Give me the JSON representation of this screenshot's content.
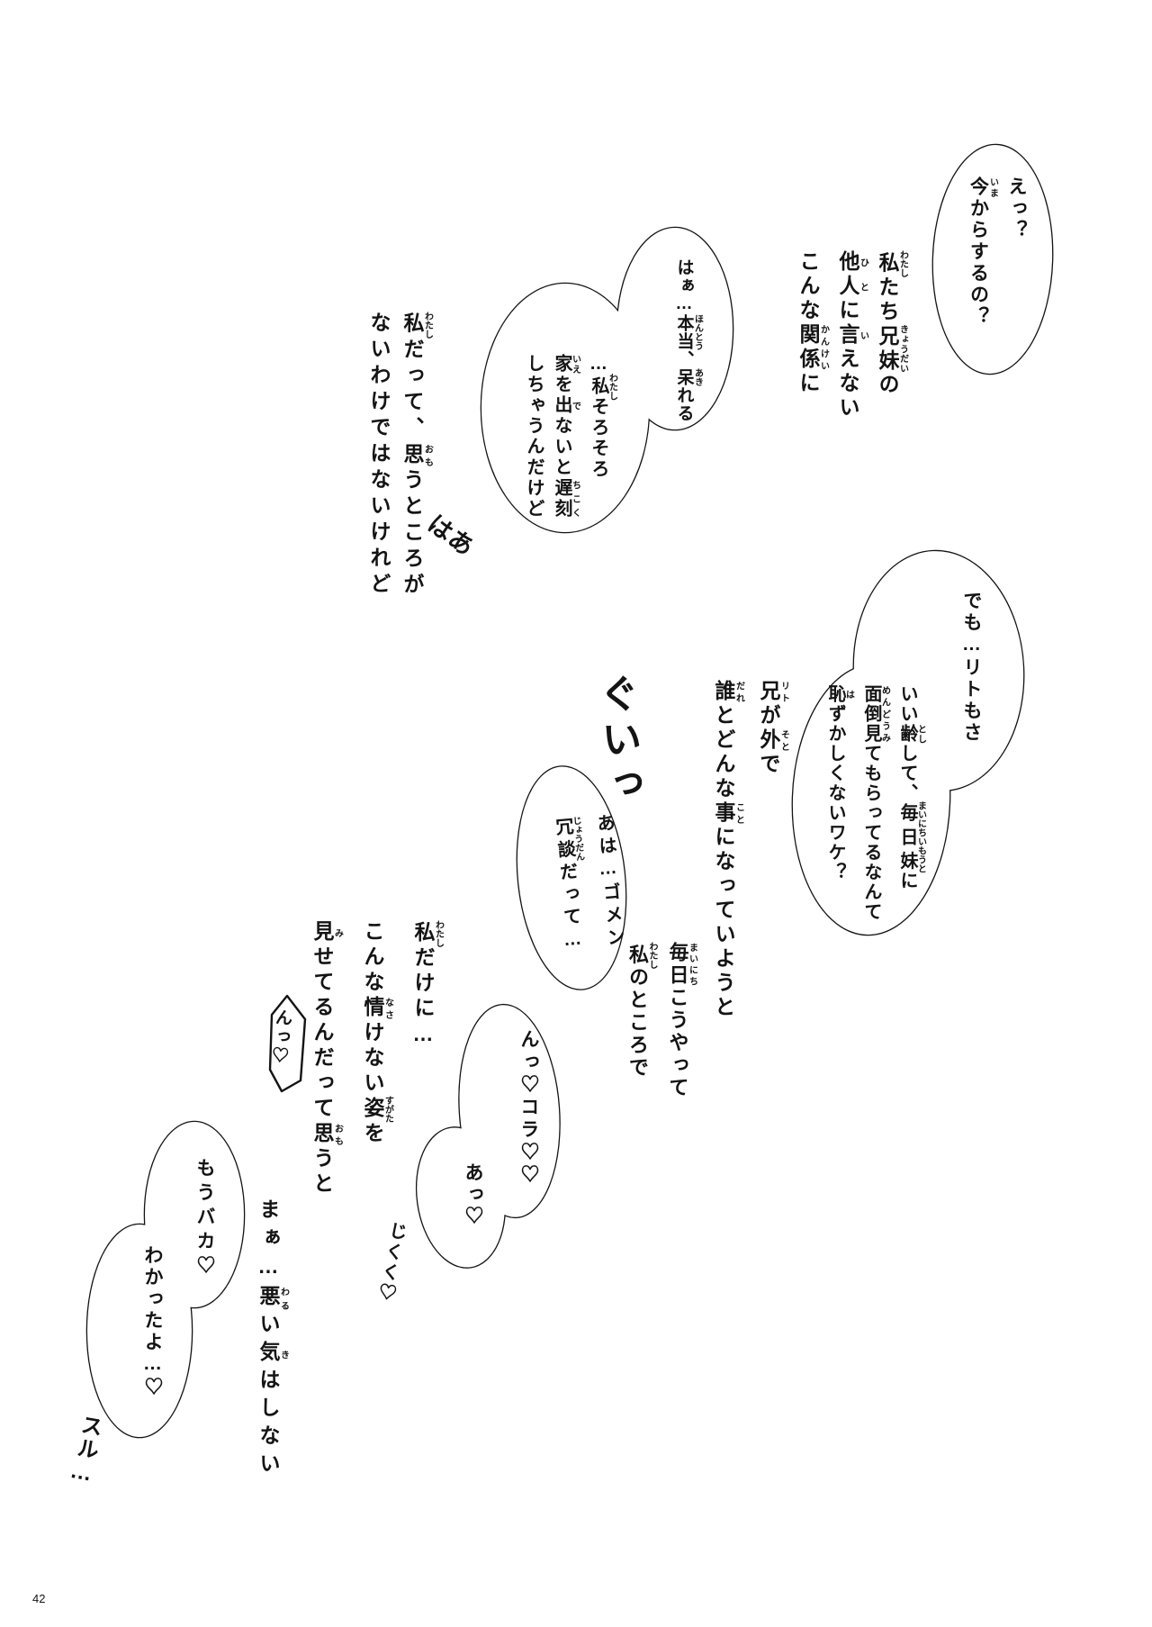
{
  "page": {
    "number": "42"
  },
  "colors": {
    "paper": "#ffffff",
    "ink": "#141414"
  },
  "texts": {
    "b1": [
      [
        {
          "t": "えっ？"
        }
      ],
      [
        {
          "t": "今",
          "r": "いま"
        },
        {
          "t": "からするの？"
        }
      ]
    ],
    "n1": [
      [
        {
          "t": "私",
          "r": "わたし"
        },
        {
          "t": "たち"
        },
        {
          "t": "兄妹",
          "r": "きょうだい"
        },
        {
          "t": "の"
        }
      ],
      [
        {
          "t": "他人",
          "r": "ひと"
        },
        {
          "t": "に"
        },
        {
          "t": "言",
          "r": "い"
        },
        {
          "t": "えない"
        }
      ],
      [
        {
          "t": "こんな"
        },
        {
          "t": "関係",
          "r": "かんけい"
        },
        {
          "t": "に"
        }
      ]
    ],
    "b3a": [
      [
        {
          "t": "はぁ…"
        },
        {
          "t": "本当",
          "r": "ほんとう"
        },
        {
          "t": "、"
        },
        {
          "t": "呆",
          "r": "あき"
        },
        {
          "t": "れる"
        }
      ]
    ],
    "b3b": [
      [
        {
          "t": "…"
        },
        {
          "t": "私",
          "r": "わたし"
        },
        {
          "t": "そろそろ"
        }
      ],
      [
        {
          "t": "家",
          "r": "いえ"
        },
        {
          "t": "を"
        },
        {
          "t": "出",
          "r": "で"
        },
        {
          "t": "ないと"
        },
        {
          "t": "遅刻",
          "r": "ちこく"
        }
      ],
      [
        {
          "t": "しちゃうんだけど"
        }
      ]
    ],
    "n2": [
      [
        {
          "t": "私",
          "r": "わたし"
        },
        {
          "t": "だって、"
        },
        {
          "t": "思",
          "r": "おも"
        },
        {
          "t": "うところが"
        }
      ],
      [
        {
          "t": "ないわけではないけれど"
        }
      ]
    ],
    "b5a": [
      [
        {
          "t": "でも…リトもさ"
        }
      ]
    ],
    "b5b": [
      [
        {
          "t": "いい"
        },
        {
          "t": "齢",
          "r": "とし"
        },
        {
          "t": "して、"
        },
        {
          "t": "毎日妹",
          "r": "まいにちいもうと"
        },
        {
          "t": "に"
        }
      ],
      [
        {
          "t": "面倒見",
          "r": "めんどうみ"
        },
        {
          "t": "てもらってるなんて"
        }
      ],
      [
        {
          "t": "恥",
          "r": "は"
        },
        {
          "t": "ずかしくないワケ？"
        }
      ]
    ],
    "n3": [
      [
        {
          "t": "兄",
          "r": "リト"
        },
        {
          "t": "が"
        },
        {
          "t": "外",
          "r": "そと"
        },
        {
          "t": "で"
        }
      ],
      [
        {
          "t": "誰",
          "r": "だれ"
        },
        {
          "t": "とどんな"
        },
        {
          "t": "事",
          "r": "こと"
        },
        {
          "t": "になっていようと"
        }
      ]
    ],
    "b7": [
      [
        {
          "t": "あは…ゴメン"
        }
      ],
      [
        {
          "t": "冗談",
          "r": "じょうだん"
        },
        {
          "t": "だって…"
        }
      ]
    ],
    "n4": [
      [
        {
          "t": "毎日",
          "r": "まいにち"
        },
        {
          "t": "こうやって"
        }
      ],
      [
        {
          "t": "私",
          "r": "わたし"
        },
        {
          "t": "のところで"
        }
      ]
    ],
    "n5": [
      [
        {
          "t": "私",
          "r": "わたし"
        },
        {
          "t": "だけに…"
        }
      ],
      [
        {
          "t": "こんな"
        },
        {
          "t": "情",
          "r": "なさ"
        },
        {
          "t": "けない"
        },
        {
          "t": "姿",
          "r": "すがた"
        },
        {
          "t": "を"
        }
      ],
      [
        {
          "t": "見",
          "r": "み"
        },
        {
          "t": "せてるんだって"
        },
        {
          "t": "思",
          "r": "おも"
        },
        {
          "t": "うと"
        }
      ]
    ],
    "b10a": [
      [
        {
          "t": "んっ♡コラ♡♡"
        }
      ]
    ],
    "b10b": [
      [
        {
          "t": "あっ♡"
        }
      ]
    ],
    "b11a": [
      [
        {
          "t": "もうバカ♡"
        }
      ]
    ],
    "b11b": [
      [
        {
          "t": "わかったよ…♡"
        }
      ]
    ],
    "n6": [
      [
        {
          "t": "まぁ…"
        },
        {
          "t": "悪",
          "r": "わる"
        },
        {
          "t": "い"
        },
        {
          "t": "気",
          "r": "き"
        },
        {
          "t": "はしない"
        }
      ]
    ],
    "sfx_haa": "はあ",
    "sfx_gui": "ぐいっ",
    "sfx_n": "んっ♡",
    "sfx_juku": "じくく♡",
    "sfx_suru": "スル…"
  }
}
